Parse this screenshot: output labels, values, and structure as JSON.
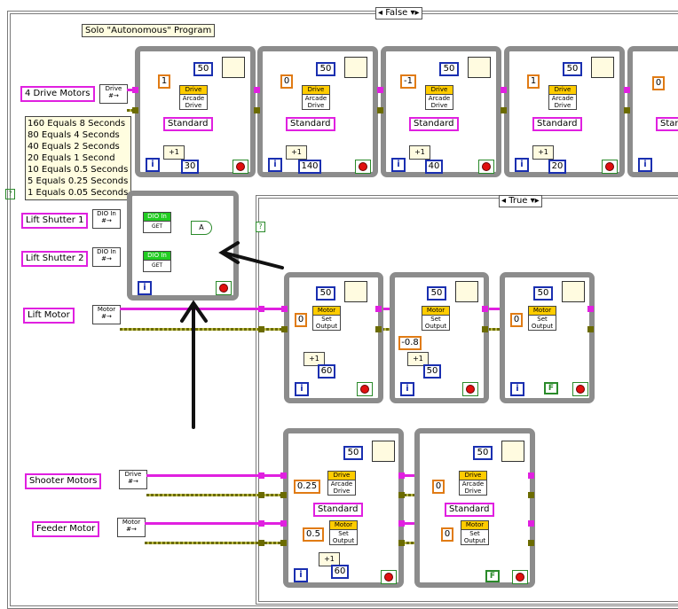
{
  "outer_case": {
    "selector": "False"
  },
  "inner_case": {
    "selector": "True"
  },
  "program_title": "Solo \"Autonomous\" Program",
  "labels": {
    "drive_motors": "4 Drive Motors",
    "lift_shutter_1": "Lift Shutter 1",
    "lift_shutter_2": "Lift Shutter 2",
    "lift_motor": "Lift Motor",
    "shooter_motors": "Shooter Motors",
    "feeder_motor": "Feeder Motor"
  },
  "comment_lines": [
    "160 Equals 8 Seconds",
    "80 Equals 4 Seconds",
    "40 Equals 2 Seconds",
    "20 Equals 1 Second",
    "10 Equals 0.5 Seconds",
    "5 Equals 0.25 Seconds",
    "1 Equals 0.05 Seconds"
  ],
  "vi_text": {
    "drive": "Drive",
    "motor": "Motor",
    "dio_in": "DIO In",
    "get": "GET",
    "arcade_drive": "Arcade Drive",
    "set_output": "Set Output",
    "standard": "Standard",
    "and": "A",
    "plus1": "+1",
    "iter": "i",
    "false_const": "F",
    "bool_const": "?"
  },
  "drive_frames": [
    {
      "power": "1",
      "wait": "50",
      "count": "30"
    },
    {
      "power": "0",
      "wait": "50",
      "count": "140"
    },
    {
      "power": "-1",
      "wait": "50",
      "count": "40"
    },
    {
      "power": "1",
      "wait": "50",
      "count": "20"
    },
    {
      "power": "0"
    }
  ],
  "lift_frames": [
    {
      "output": "0",
      "wait": "50",
      "count": "60"
    },
    {
      "output": "-0.8",
      "wait": "50",
      "count": "50"
    },
    {
      "output": "0",
      "wait": "50"
    }
  ],
  "shooter_frames": [
    {
      "drive_value": "0.25",
      "feeder_value": "0.5",
      "wait": "50",
      "count": "60"
    },
    {
      "drive_value": "0",
      "feeder_value": "0",
      "wait": "50"
    }
  ]
}
